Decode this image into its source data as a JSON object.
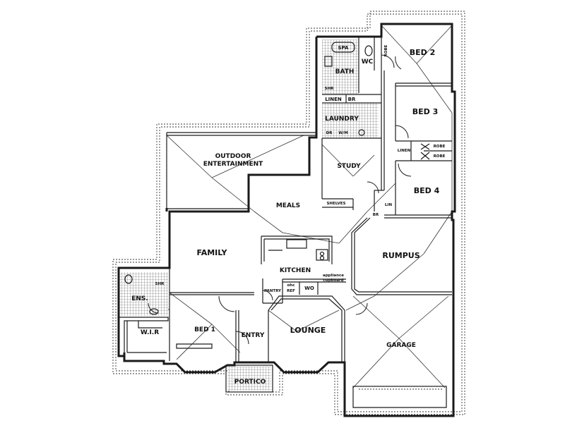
{
  "rooms": {
    "bed2": "BED 2",
    "bed3": "BED 3",
    "bed4": "BED 4",
    "bath": "BATH",
    "spa": "SPA",
    "wc": "WC",
    "robe_top": "ROBE",
    "linen_top": "LINEN",
    "br_top": "BR",
    "laundry": "LAUNDRY",
    "dr": "DR",
    "wm": "W/M",
    "shr_top": "SHR",
    "outdoor_line1": "OUTDOOR",
    "outdoor_line2": "ENTERTAINMENT",
    "study": "STUDY",
    "linen_mid": "LINEN",
    "robe_mid1": "ROBE",
    "robe_mid2": "ROBE",
    "meals": "MEALS",
    "shelves": "SHELVES",
    "lin": "LIN",
    "br_mid": "BR",
    "family": "FAMILY",
    "kitchen": "KITCHEN",
    "rumpus": "RUMPUS",
    "pantry": "PANTRY",
    "ohc": "ohc",
    "ref": "REF",
    "wo": "WO",
    "appliance_line1": "appliance",
    "appliance_line2": "cupboard",
    "shr_ens": "SHR",
    "ens": "ENS.",
    "wir": "W.I.R",
    "bed1": "BED 1",
    "entry": "ENTRY",
    "lounge": "LOUNGE",
    "garage": "GARAGE",
    "portico": "PORTICO"
  }
}
